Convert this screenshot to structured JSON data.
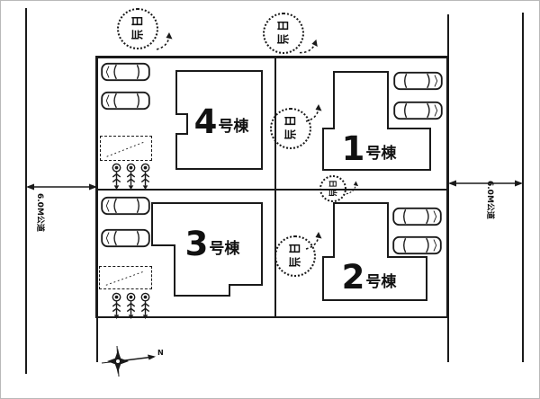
{
  "buildings": [
    {
      "num": "4",
      "suffix": "号棟"
    },
    {
      "num": "1",
      "suffix": "号棟"
    },
    {
      "num": "3",
      "suffix": "号棟"
    },
    {
      "num": "2",
      "suffix": "号棟"
    }
  ],
  "roads": {
    "left_label": "6.0M公道",
    "right_label": "6.0M公道"
  },
  "sun_badge": {
    "text": "日当"
  },
  "compass": {
    "north_label": "N"
  },
  "colors": {
    "ink": "#1a1a1a",
    "paper": "#ffffff"
  }
}
